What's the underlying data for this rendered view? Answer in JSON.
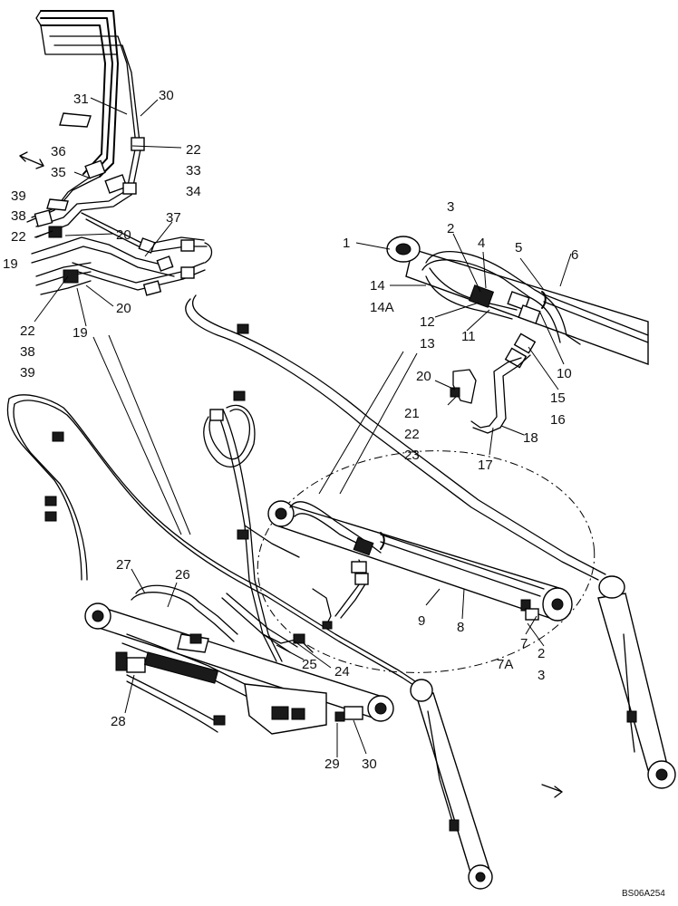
{
  "callouts": {
    "c31": "31",
    "c30a": "30",
    "c36": "36",
    "c22a": "22",
    "c35": "35",
    "c33": "33",
    "c34": "34",
    "c39a": "39",
    "c38a": "38",
    "c22b": "22",
    "c19a": "19",
    "c20a": "20",
    "c37": "37",
    "c20b": "20",
    "c22c": "22",
    "c38b": "38",
    "c39b": "39",
    "c19b": "19",
    "c3a": "3",
    "c2a": "2",
    "c4": "4",
    "c5": "5",
    "c6": "6",
    "c1": "1",
    "c14": "14",
    "c14A": "14A",
    "c12": "12",
    "c13": "13",
    "c11": "11",
    "c10": "10",
    "c15": "15",
    "c16": "16",
    "c20c": "20",
    "c21": "21",
    "c22d": "22",
    "c23": "23",
    "c18": "18",
    "c17": "17",
    "c27": "27",
    "c26": "26",
    "c9": "9",
    "c8": "8",
    "c7": "7",
    "c7A": "7A",
    "c2b": "2",
    "c3b": "3",
    "c25": "25",
    "c24": "24",
    "c28": "28",
    "c29": "29",
    "c30b": "30"
  },
  "reference_code": "BS06A254"
}
